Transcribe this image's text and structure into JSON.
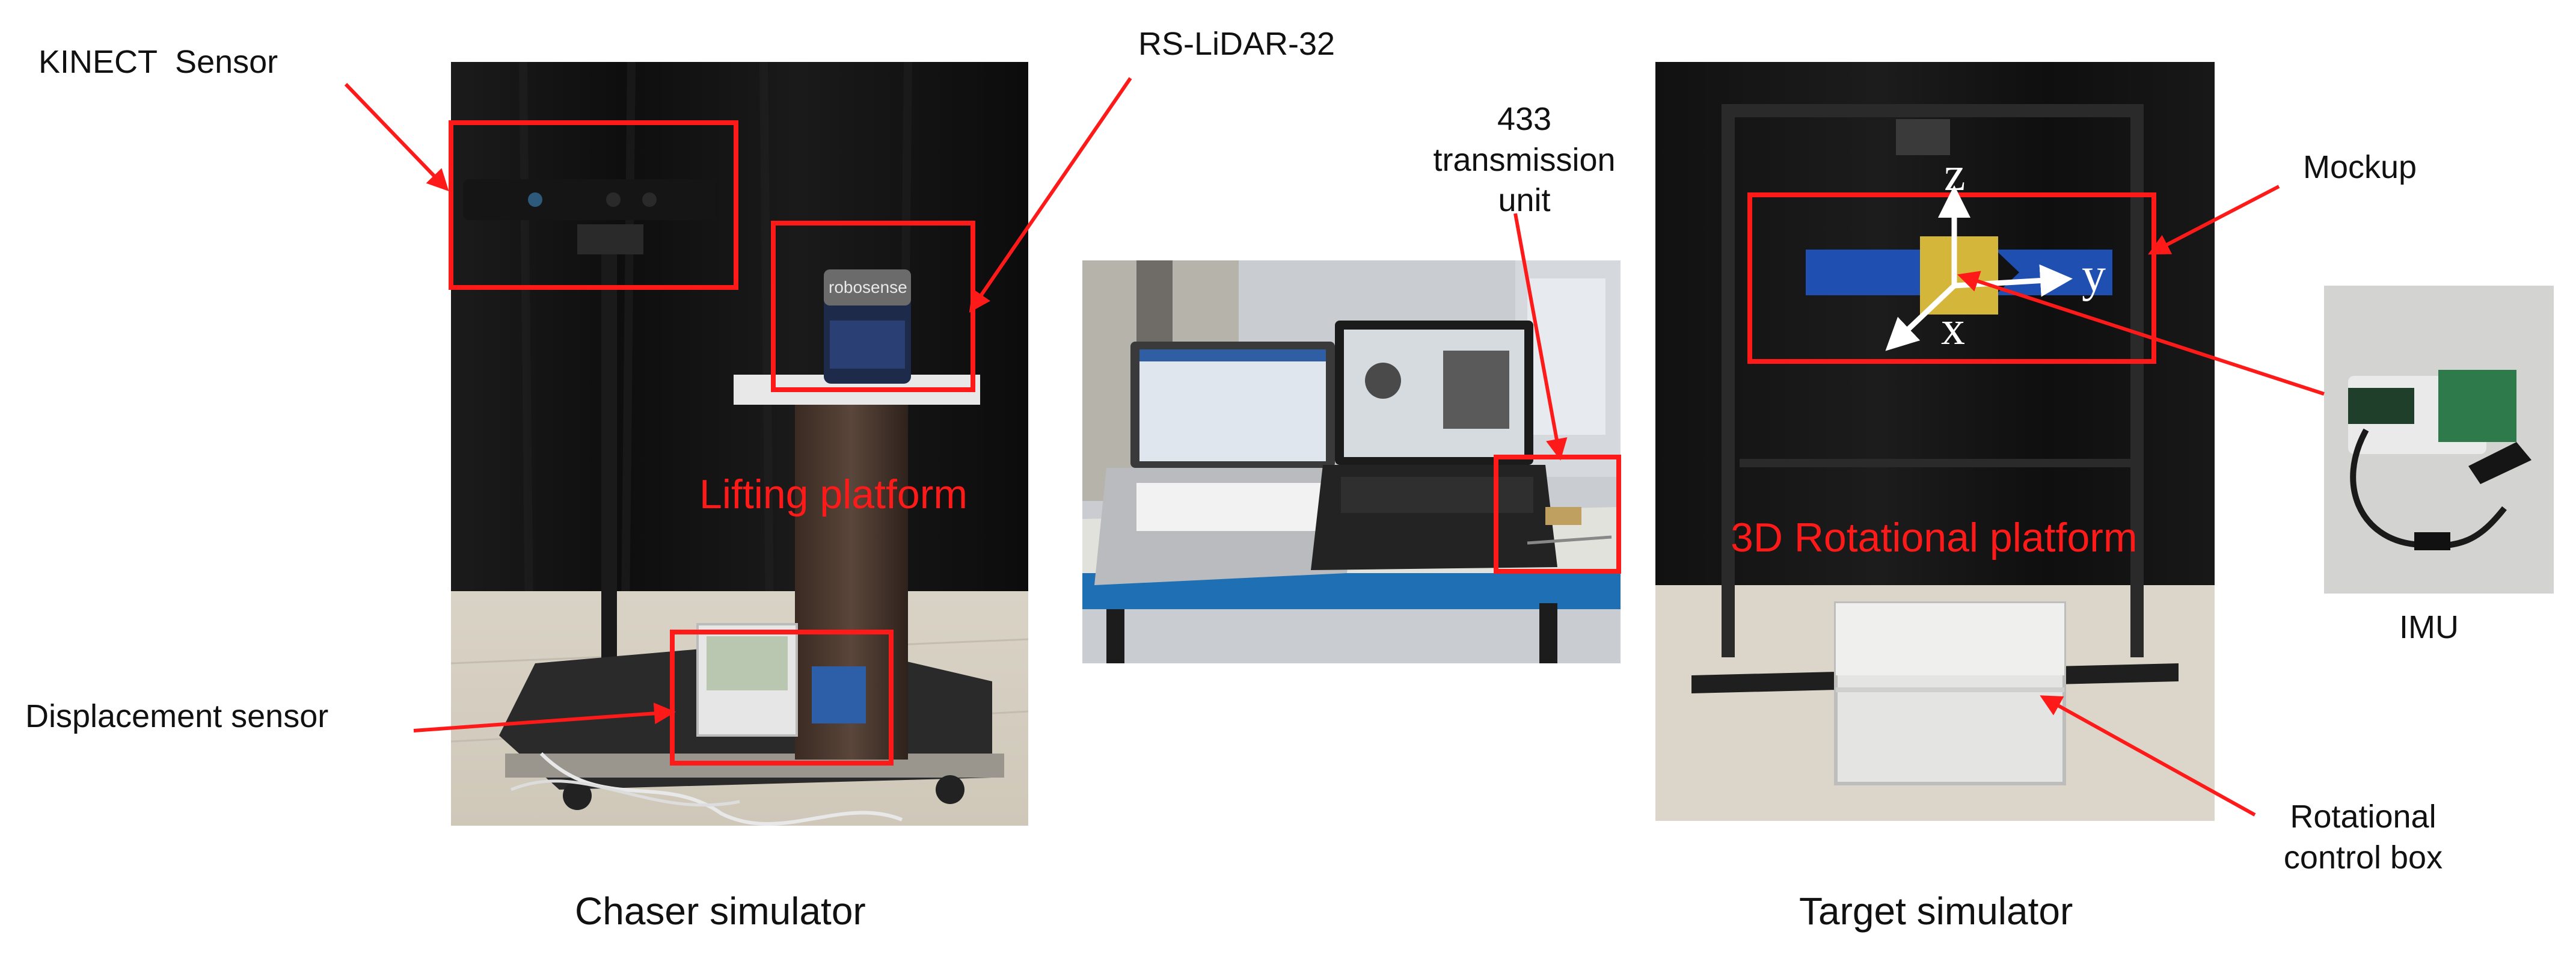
{
  "labels": {
    "kinect_sensor": "KINECT  Sensor",
    "rs_lidar": "RS-LiDAR-32",
    "transmission_unit": "433\ntransmission\nunit",
    "mockup": "Mockup",
    "imu": "IMU",
    "displacement_sensor": "Displacement sensor",
    "rotational_control_box": "Rotational\ncontrol box",
    "lifting_platform": "Lifting platform",
    "rotational_platform": "3D Rotational platform"
  },
  "captions": {
    "chaser": "Chaser simulator",
    "target": "Target simulator"
  },
  "axes": {
    "x": "x",
    "y": "y",
    "z": "z"
  },
  "photo_text": {
    "lidar_brand": "robosense"
  },
  "colors": {
    "annotation_red": "#ff1a1a",
    "curtain_dark": "#141414",
    "floor_tile": "#ded8cc",
    "table_blue": "#1e6fb3"
  }
}
